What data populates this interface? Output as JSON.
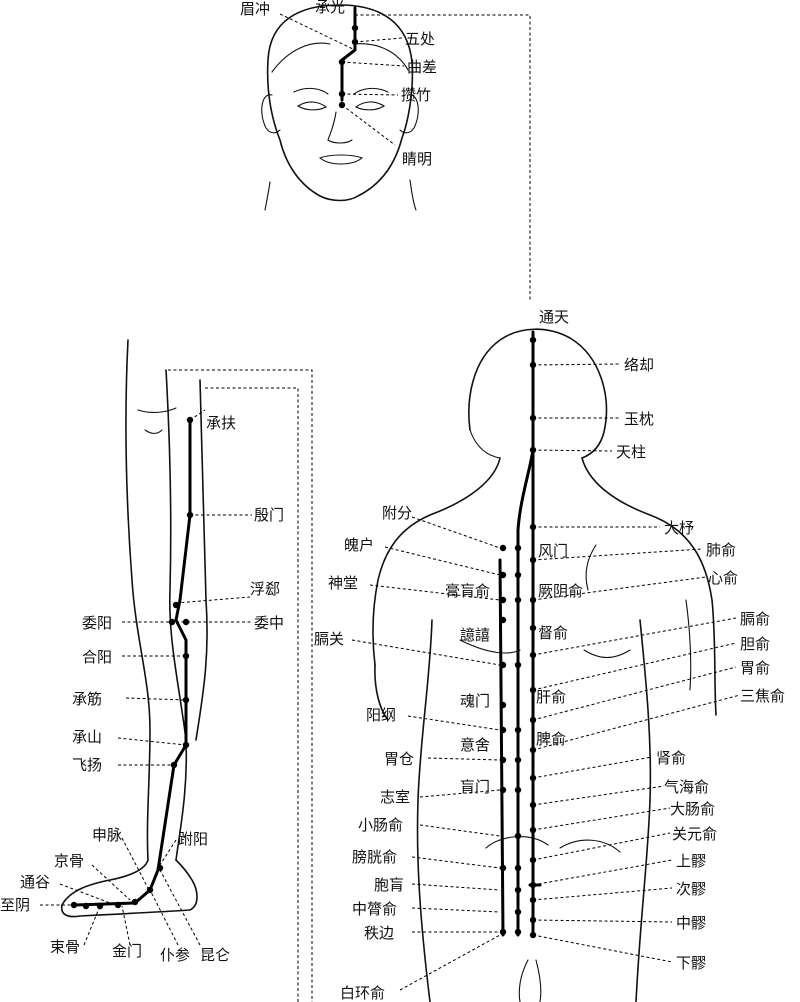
{
  "figure": {
    "head_points": {
      "meichong": "眉冲",
      "chengguang": "承光",
      "wuchu": "五处",
      "qucha": "曲差",
      "zanzhu": "攒竹",
      "jingming": "睛明"
    },
    "back_points": {
      "tongtian": "通天",
      "luoque": "络却",
      "yuzhen": "玉枕",
      "tianzhu": "天柱",
      "dazhu": "大杼",
      "fengmen": "风门",
      "feishu": "肺俞",
      "jueyinshu": "厥阴俞",
      "xinshu": "心俞",
      "dushu": "督俞",
      "geshu": "膈俞",
      "danshu": "胆俞",
      "weishu": "胃俞",
      "sanjiaoshu": "三焦俞",
      "ganshu": "肝俞",
      "pishu": "脾俞",
      "shenshu": "肾俞",
      "qihaishu": "气海俞",
      "dachangshu": "大肠俞",
      "guanyuanshu": "关元俞",
      "shangliao": "上髎",
      "ciliao": "次髎",
      "zhongliao": "中髎",
      "xialiao": "下髎",
      "fufen": "附分",
      "pohu": "魄户",
      "shentang": "神堂",
      "gaohuangshu": "膏肓俞",
      "yixi": "譩譆",
      "geguan": "膈关",
      "hunmen": "魂门",
      "yanggang": "阳纲",
      "yishe": "意舍",
      "weicang": "胃仓",
      "huangmen": "肓门",
      "zhishi": "志室",
      "xiaochangshu": "小肠俞",
      "pangguangshu": "膀胱俞",
      "baohuang": "胞肓",
      "zhonglushu": "中膂俞",
      "zhibian": "秩边",
      "baihuanshu": "白环俞"
    },
    "leg_points": {
      "chengfu": "承扶",
      "yinmen": "殷门",
      "fuxi": "浮郄",
      "weiyang": "委阳",
      "weizhong": "委中",
      "heyang": "合阳",
      "chengjin": "承筋",
      "chengshan": "承山",
      "feiyang": "飞扬",
      "fuyang": "跗阳",
      "shenmai": "申脉",
      "jinggu": "京骨",
      "tonggu": "通谷",
      "zhiyin": "至阴",
      "shugu": "束骨",
      "jinmen": "金门",
      "pucan": "仆参",
      "kunlun": "昆仑"
    }
  }
}
